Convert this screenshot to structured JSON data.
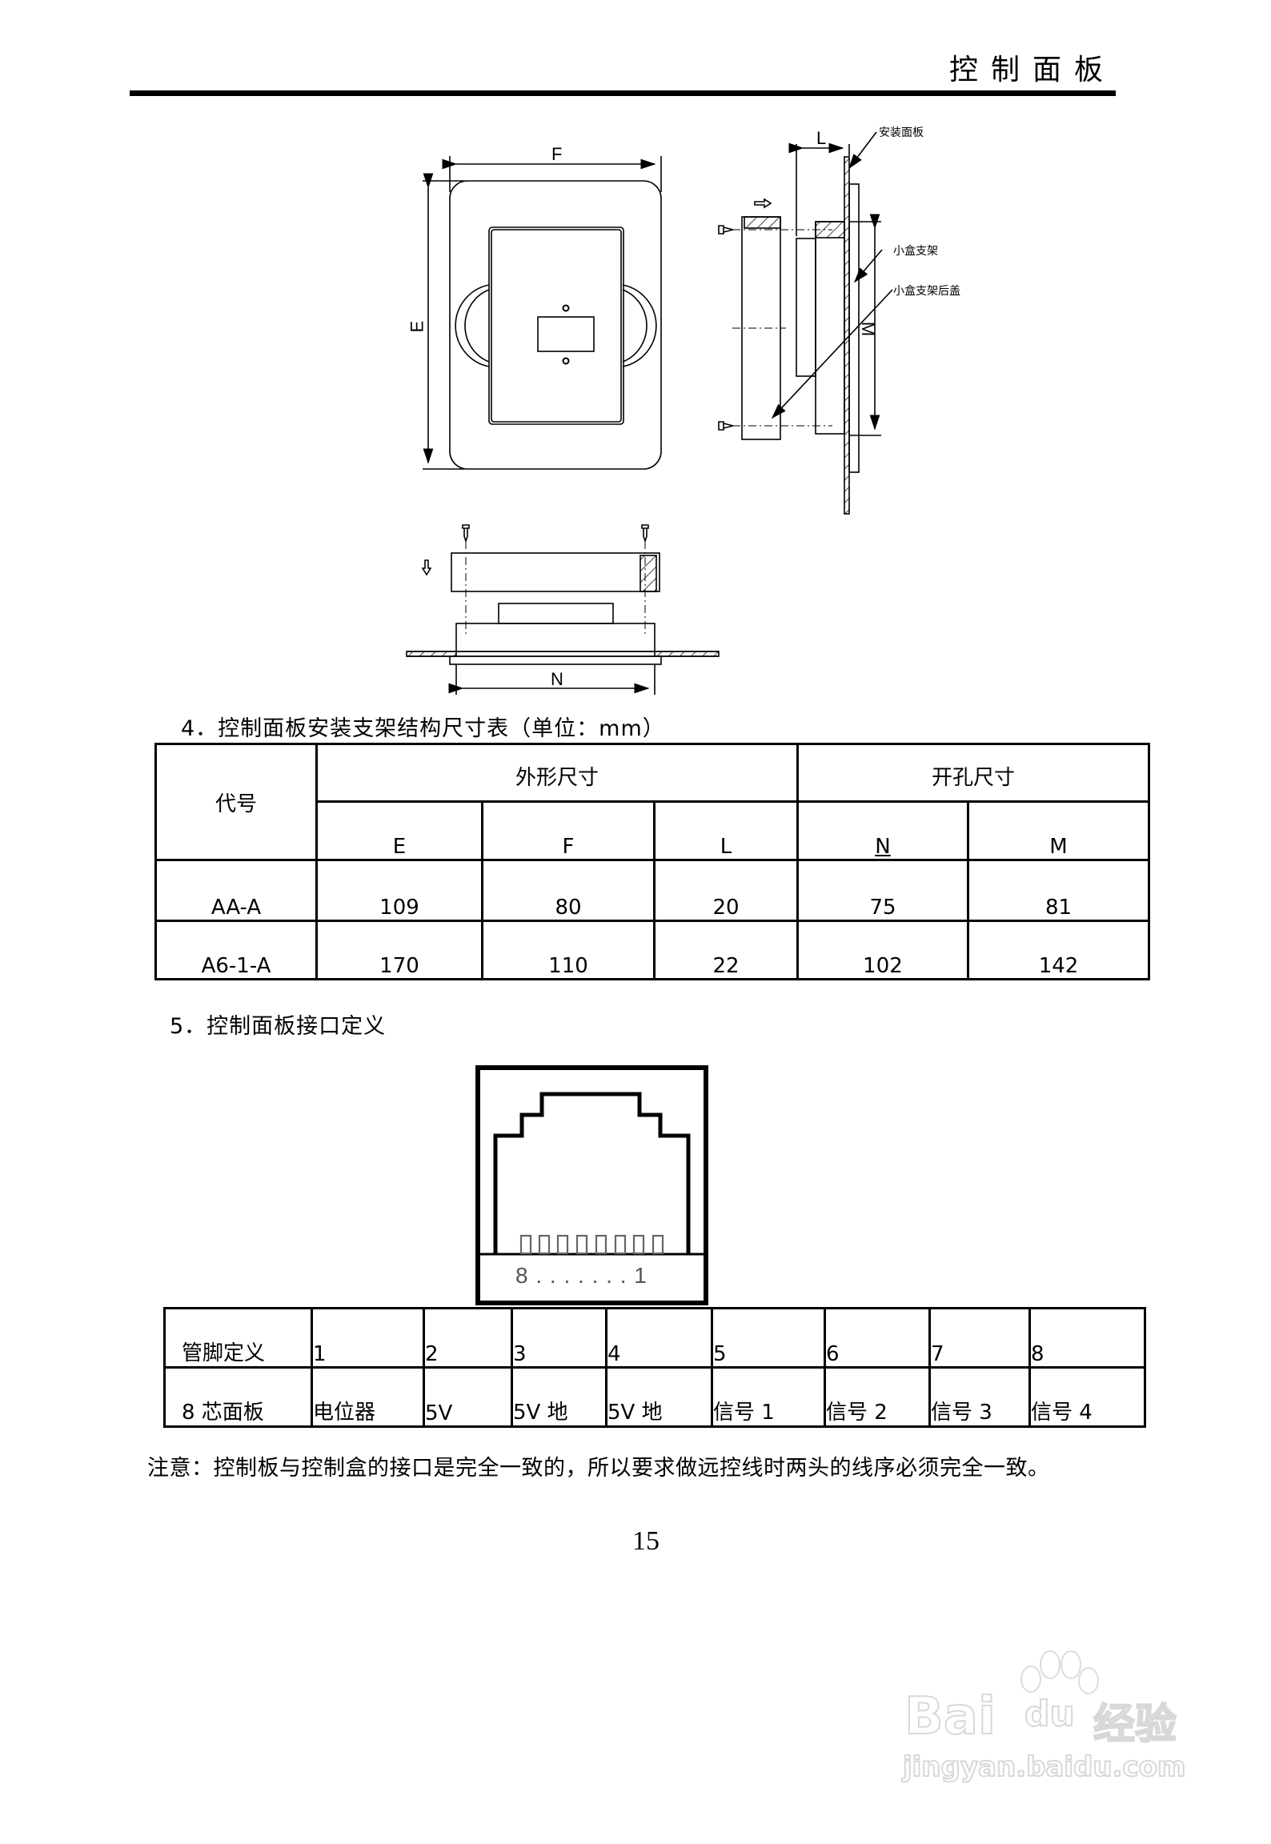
{
  "header": {
    "title": "控制面板"
  },
  "drawing": {
    "front_view": {
      "dim_width_label": "F",
      "dim_height_label": "E"
    },
    "side_view": {
      "dim_depth_label": "L",
      "dim_cutout_label": "M",
      "callouts": [
        "安装面板",
        "小盒支架",
        "小盒支架后盖"
      ]
    },
    "bottom_view": {
      "dim_cutout_label": "N"
    }
  },
  "section4": {
    "title": "4．控制面板安装支架结构尺寸表（单位：mm）",
    "table": {
      "code_header": "代号",
      "group_outer": "外形尺寸",
      "group_hole": "开孔尺寸",
      "columns": [
        "E",
        "F",
        "L",
        "N",
        "M"
      ],
      "rows": [
        {
          "code": "AA-A",
          "values": [
            "109",
            "80",
            "20",
            "75",
            "81"
          ]
        },
        {
          "code": "A6-1-A",
          "values": [
            "170",
            "110",
            "22",
            "102",
            "142"
          ]
        }
      ]
    }
  },
  "section5": {
    "title": "5．控制面板接口定义",
    "connector": {
      "pin_label": "8 . . . . . . . 1",
      "pin_count": 8
    },
    "pin_table": {
      "row1_header": "管脚定义",
      "pins": [
        "1",
        "2",
        "3",
        "4",
        "5",
        "6",
        "7",
        "8"
      ],
      "row2_header": "8 芯面板",
      "functions": [
        "电位器",
        "5V",
        "5V 地",
        "5V 地",
        "信号 1",
        "信号 2",
        "信号 3",
        "信号 4"
      ]
    },
    "note": "注意：控制板与控制盒的接口是完全一致的，所以要求做远控线时两头的线序必须完全一致。"
  },
  "footer": {
    "page_number": "15"
  },
  "watermark": {
    "brand": "Bai",
    "brand_paw": "du",
    "brand_suffix": "经验",
    "url": "jingyan.baidu.com"
  }
}
